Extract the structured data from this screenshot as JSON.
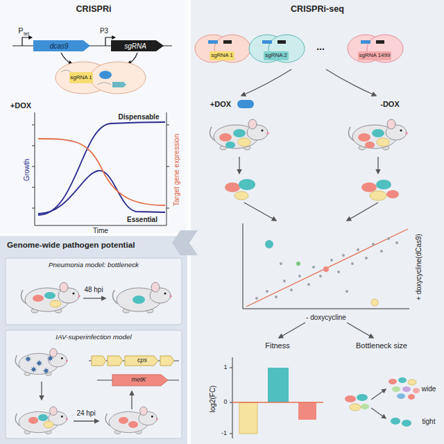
{
  "diagram": {
    "nodes": [
      {
        "text": [
          "CRISPRi"
        ]
      },
      {
        "text": [
          "CRISPRi-seq"
        ]
      },
      {
        "text": [
          "Genome-wide pathogen potential"
        ]
      },
      {
        "text": [
          "Pneumonia model: bottleneck"
        ],
        "in": 2
      },
      {
        "text": [
          "IAV-superinfection model"
        ],
        "in": 2
      }
    ],
    "edges": [
      {
        "from": 1,
        "to": 2,
        "arrow": "to"
      }
    ],
    "labels": [
      "P",
      "tet",
      "dcas9",
      "P3",
      "sgRNA",
      "sgRNA 1",
      "+DOX",
      "Growth",
      "Target gene expression",
      "Dispensable",
      "Essential",
      "Time",
      "sgRNA 1",
      "sgRNA 2",
      "...",
      "sgRNA 1499",
      "+DOX",
      "-DOX",
      "+ doxycycline(dCas9)",
      "- doxycycline",
      "Fitness",
      "Bottleneck size",
      "log2(FC)",
      "1",
      "0",
      "-1",
      "wide",
      "tight",
      "48 hpi",
      "cps",
      "metK",
      "24 hpi"
    ]
  }
}
